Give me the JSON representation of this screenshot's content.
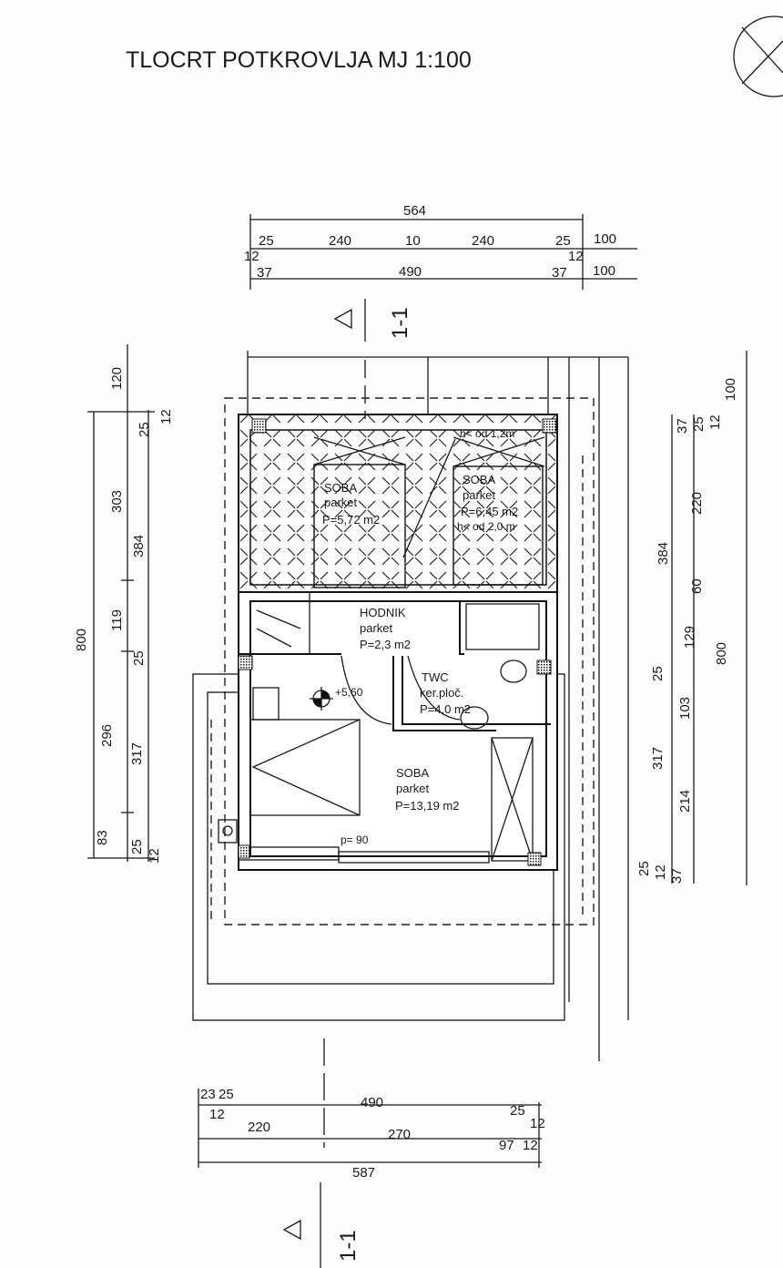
{
  "title": "TLOCRT POTKROVLJA  MJ 1:100",
  "section_label": "1-1",
  "level_marker": "+5,60",
  "opening_label": "p= 90",
  "height_notes": [
    "h< od 1,2m",
    "h< od 2,0 m"
  ],
  "rooms": [
    {
      "name": "SOBA",
      "floor": "parket",
      "area": "P=5,72 m2"
    },
    {
      "name": "SOBA",
      "floor": "parket",
      "area": "P=6,45 m2"
    },
    {
      "name": "HODNIK",
      "floor": "parket",
      "area": "P=2,3 m2"
    },
    {
      "name": "TWC",
      "floor": "ker.ploč.",
      "area": "P=4,0 m2"
    },
    {
      "name": "SOBA",
      "floor": "parket",
      "area": "P=13,19 m2"
    }
  ],
  "dimensions": {
    "top": [
      "564",
      "25",
      "240",
      "10",
      "240",
      "25",
      "100",
      "12",
      "12",
      "37",
      "490",
      "37",
      "100"
    ],
    "left": [
      "800",
      "120",
      "303",
      "119",
      "296",
      "83",
      "25",
      "12",
      "384",
      "25",
      "317",
      "25",
      "12"
    ],
    "right": [
      "100",
      "800",
      "12",
      "25",
      "37",
      "220",
      "60",
      "129",
      "103",
      "214",
      "25",
      "12",
      "37",
      "384",
      "25",
      "317"
    ],
    "bottom": [
      "23",
      "25",
      "12",
      "490",
      "25",
      "12",
      "220",
      "270",
      "97",
      "12",
      "587"
    ]
  }
}
